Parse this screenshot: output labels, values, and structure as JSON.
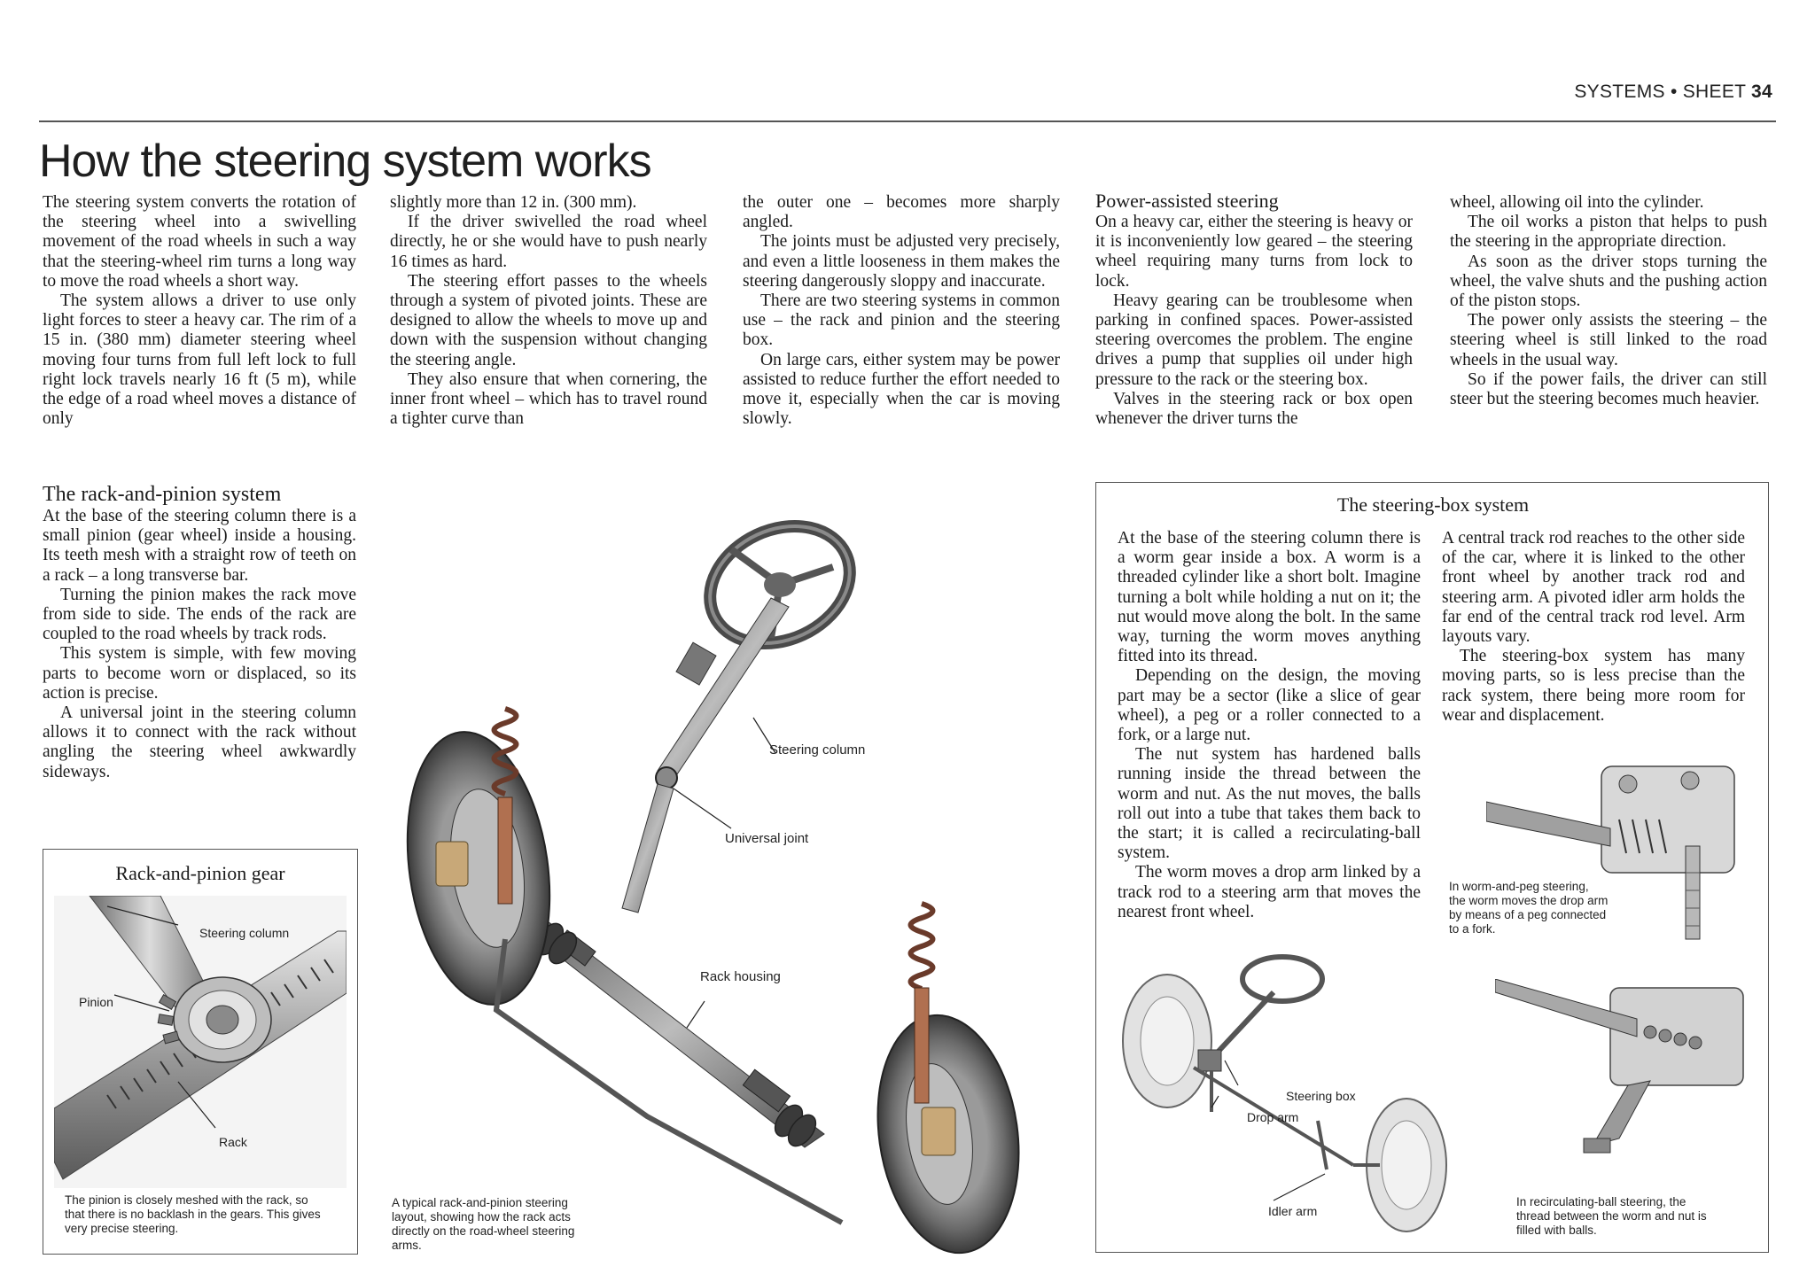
{
  "header": {
    "section": "SYSTEMS",
    "separator": "•",
    "sheet_label": "SHEET",
    "sheet_number": "34"
  },
  "title": "How the steering system works",
  "intro": {
    "col1": [
      "The steering system converts the rotation of the steering wheel into a swivelling movement of the road wheels in such a way that the steering-wheel rim turns a long way to move the road wheels a short way.",
      "The system allows a driver to use only light forces to steer a heavy car. The rim of a 15 in. (380 mm) diameter steering wheel moving four turns from full left lock to full right lock travels nearly 16 ft (5 m), while the edge of a road wheel moves a distance of only"
    ],
    "col2": [
      "slightly more than 12 in. (300 mm).",
      "If the driver swivelled the road wheel directly, he or she would have to push nearly 16 times as hard.",
      "The steering effort passes to the wheels through a system of pivoted joints. These are designed to allow the wheels to move up and down with the suspension without changing the steering angle.",
      "They also ensure that when cornering, the inner front wheel – which has to travel round a tighter curve than"
    ],
    "col3": [
      "the outer one – becomes more sharply angled.",
      "The joints must be adjusted very precisely, and even a little looseness in them makes the steering dangerously sloppy and inaccurate.",
      "There are two steering systems in common use – the rack and pinion and the steering box.",
      "On large cars, either system may be power assisted to reduce further the effort needed to move it, especially when the car is moving slowly."
    ],
    "col4_heading": "Power-assisted steering",
    "col4": [
      "On a heavy car, either the steering is heavy or it is inconveniently low geared – the steering wheel requiring many turns from lock to lock.",
      "Heavy gearing can be troublesome when parking in confined spaces. Power-assisted steering overcomes the problem. The engine drives a pump that supplies oil under high pressure to the rack or the steering box.",
      "Valves in the steering rack or box open whenever the driver turns the"
    ],
    "col5": [
      "wheel, allowing oil into the cylinder.",
      "The oil works a piston that helps to push the steering in the appropriate direction.",
      "As soon as the driver stops turning the wheel, the valve shuts and the pushing action of the piston stops.",
      "The power only assists the steering – the steering wheel is still linked to the road wheels in the usual way.",
      "So if the power fails, the driver can still steer but the steering becomes much heavier."
    ]
  },
  "rack_pinion": {
    "heading": "The rack-and-pinion system",
    "paragraphs": [
      "At the base of the steering column there is a small pinion (gear wheel) inside a housing. Its teeth mesh with a straight row of teeth on a rack – a long transverse bar.",
      "Turning the pinion makes the rack move from side to side. The ends of the rack are coupled to the road wheels by track rods.",
      "This system is simple, with few moving parts to become worn or displaced, so its action is precise.",
      "A universal joint in the steering column allows it to connect with the rack without angling the steering wheel awkwardly sideways."
    ],
    "gear_box": {
      "title": "Rack-and-pinion gear",
      "label_column": "Steering column",
      "label_pinion": "Pinion",
      "label_rack": "Rack",
      "caption": "The pinion is closely meshed with the rack, so that there is no backlash in the gears. This gives very precise steering."
    }
  },
  "main_illustration": {
    "label_column": "Steering column",
    "label_joint": "Universal joint",
    "label_housing": "Rack housing",
    "caption": "A typical rack-and-pinion steering layout, showing how the rack acts directly on the road-wheel steering arms."
  },
  "steering_box": {
    "title": "The steering-box system",
    "col1": [
      "At the base of the steering column there is a worm gear inside a box. A worm is a threaded cylinder like a short bolt. Imagine turning a bolt while holding a nut on it; the nut would move along the bolt. In the same way, turning the worm moves anything fitted into its thread.",
      "Depending on the design, the moving part may be a sector (like a slice of gear wheel), a peg or a roller connected to a fork, or a large nut.",
      "The nut system has hardened balls running inside the thread between the worm and nut. As the nut moves, the balls roll out into a tube that takes them back to the start; it is called a recirculating-ball system.",
      "The worm moves a drop arm linked by a track rod to a steering arm that moves the nearest front wheel."
    ],
    "col2": [
      "A central track rod reaches to the other side of the car, where it is linked to the other front wheel by another track rod and steering arm. A pivoted idler arm holds the far end of the central track rod level. Arm layouts vary.",
      "The steering-box system has many moving parts, so is less precise than the rack system, there being more room for wear and displacement."
    ],
    "caption_peg": "In worm-and-peg steering, the worm moves the drop arm by means of a peg connected to a fork.",
    "caption_ball": "In recirculating-ball steering, the thread between the worm and nut is filled with balls.",
    "label_box": "Steering box",
    "label_drop": "Drop arm",
    "label_idler": "Idler arm"
  }
}
